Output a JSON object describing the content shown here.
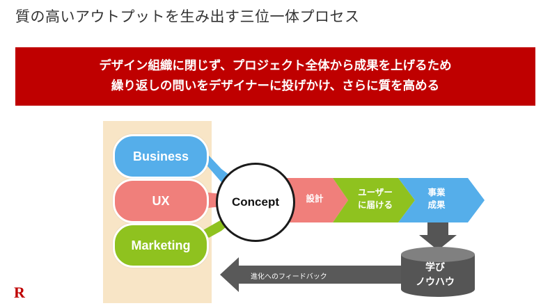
{
  "slide": {
    "title": "質の高いアウトプットを生み出す三位一体プロセス",
    "banner_line1": "デザイン組織に閉じず、プロジェクト全体から成果を上げるため",
    "banner_line2": "繰り返しの問いをデザイナーに投げかけ、さらに質を高める",
    "logo_text": "R"
  },
  "inputs": [
    {
      "label": "Business",
      "color": "#55aeea"
    },
    {
      "label": "UX",
      "color": "#f07f7b"
    },
    {
      "label": "Marketing",
      "color": "#8fc21f"
    }
  ],
  "center": {
    "label": "Concept"
  },
  "steps": [
    {
      "label": "設計",
      "color": "#f07f7b"
    },
    {
      "label_line1": "ユーザー",
      "label_line2": "に届ける",
      "color": "#8fc21f"
    },
    {
      "label_line1": "事業",
      "label_line2": "成果",
      "color": "#55aeea"
    }
  ],
  "storage": {
    "label_line1": "学び",
    "label_line2": "ノウハウ",
    "color": "#555555"
  },
  "feedback": {
    "label": "進化へのフィードバック",
    "color": "#595959"
  },
  "colors": {
    "brand_red": "#bf0000",
    "panel_beige": "#f8e5c6"
  }
}
